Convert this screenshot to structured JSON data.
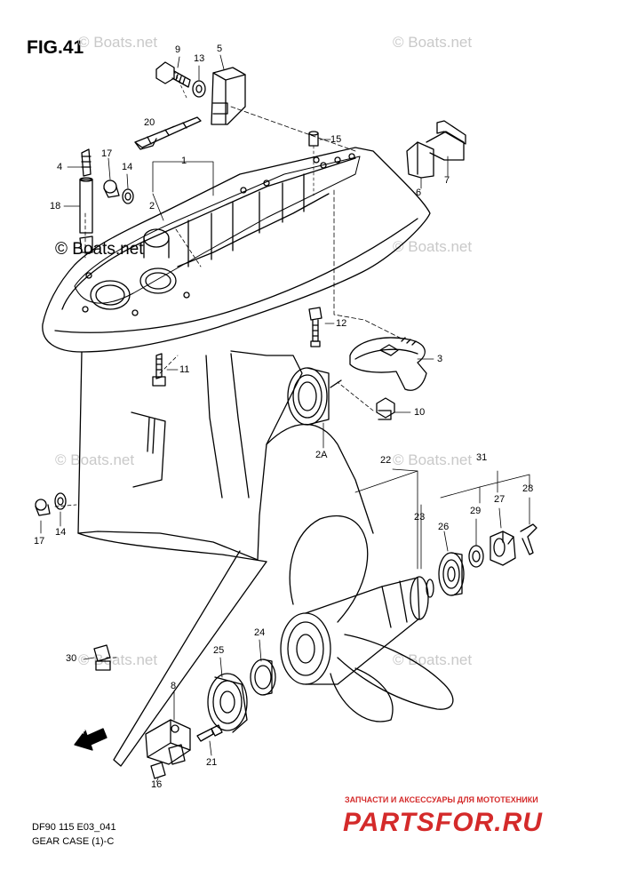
{
  "figure": {
    "title": "FIG.41",
    "code": "DF90 115 E03_041",
    "caption": "GEAR CASE (1)-C"
  },
  "watermarks": [
    "© Boats.net",
    "© Boats.net",
    "© Boats.net",
    "© Boats.net",
    "© Boats.net",
    "© Boats.net",
    "© Boats.net",
    "© Boats.net"
  ],
  "fwd_label": "FWD",
  "callouts": {
    "c9": "9",
    "c13": "13",
    "c5": "5",
    "c20": "20",
    "c15": "15",
    "c17a": "17",
    "c14a": "14",
    "c4": "4",
    "c1": "1",
    "c18": "18",
    "c2": "2",
    "c6": "6",
    "c7": "7",
    "c12": "12",
    "c3": "3",
    "c11": "11",
    "c10": "10",
    "c2a": "2A",
    "c22": "22",
    "c31": "31",
    "c28": "28",
    "c27": "27",
    "c23": "23",
    "c29": "29",
    "c26": "26",
    "c17b": "17",
    "c14b": "14",
    "c30": "30",
    "c8": "8",
    "c25": "25",
    "c24": "24",
    "c21": "21",
    "c16": "16"
  },
  "ad": {
    "tagline": "ЗАПЧАСТИ И АКСЕССУАРЫ ДЛЯ МОТОТЕХНИКИ",
    "logo": "PARTSFOR.RU"
  }
}
